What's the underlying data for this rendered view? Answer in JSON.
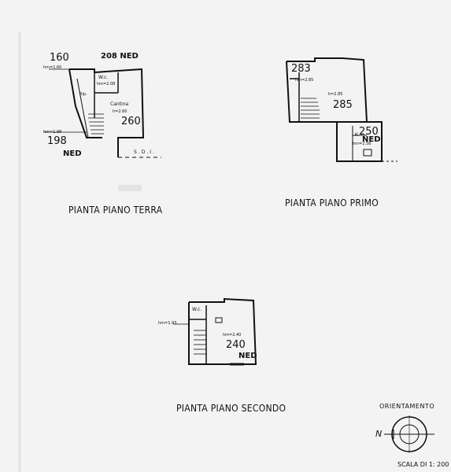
{
  "plans": {
    "ground": {
      "caption": "PIANTA PIANO TERRA",
      "height_top": "160",
      "hm_top": "hm=1.60",
      "ned_top": "208 NED",
      "wc": "W.c.",
      "wc_h": "hm=2.08",
      "rip": "Rip.",
      "cantina": "Cantina",
      "cantina_h": "h=2.60",
      "height_260": "260",
      "hm_bottom": "hm=1.98",
      "height_bottom": "198",
      "ned_bottom": "NED",
      "sdi": "S.D.I."
    },
    "first": {
      "caption": "PIANTA PIANO PRIMO",
      "height_283": "283",
      "hm_285a": "hm=2.85",
      "h_285": "h=2.85",
      "height_285": "285",
      "k": "K",
      "height_250": "250",
      "hm_258": "hm=2.58",
      "ned": "NED"
    },
    "second": {
      "caption": "PIANTA PIANO SECONDO",
      "hm_193": "hm=1.93",
      "wc": "W.c.",
      "hm_240": "hm=2.40",
      "height_240": "240",
      "ned": "NED"
    }
  },
  "orientation": {
    "label": "ORIENTAMENTO",
    "north": "N"
  },
  "scale": "SCALA DI 1: 200"
}
